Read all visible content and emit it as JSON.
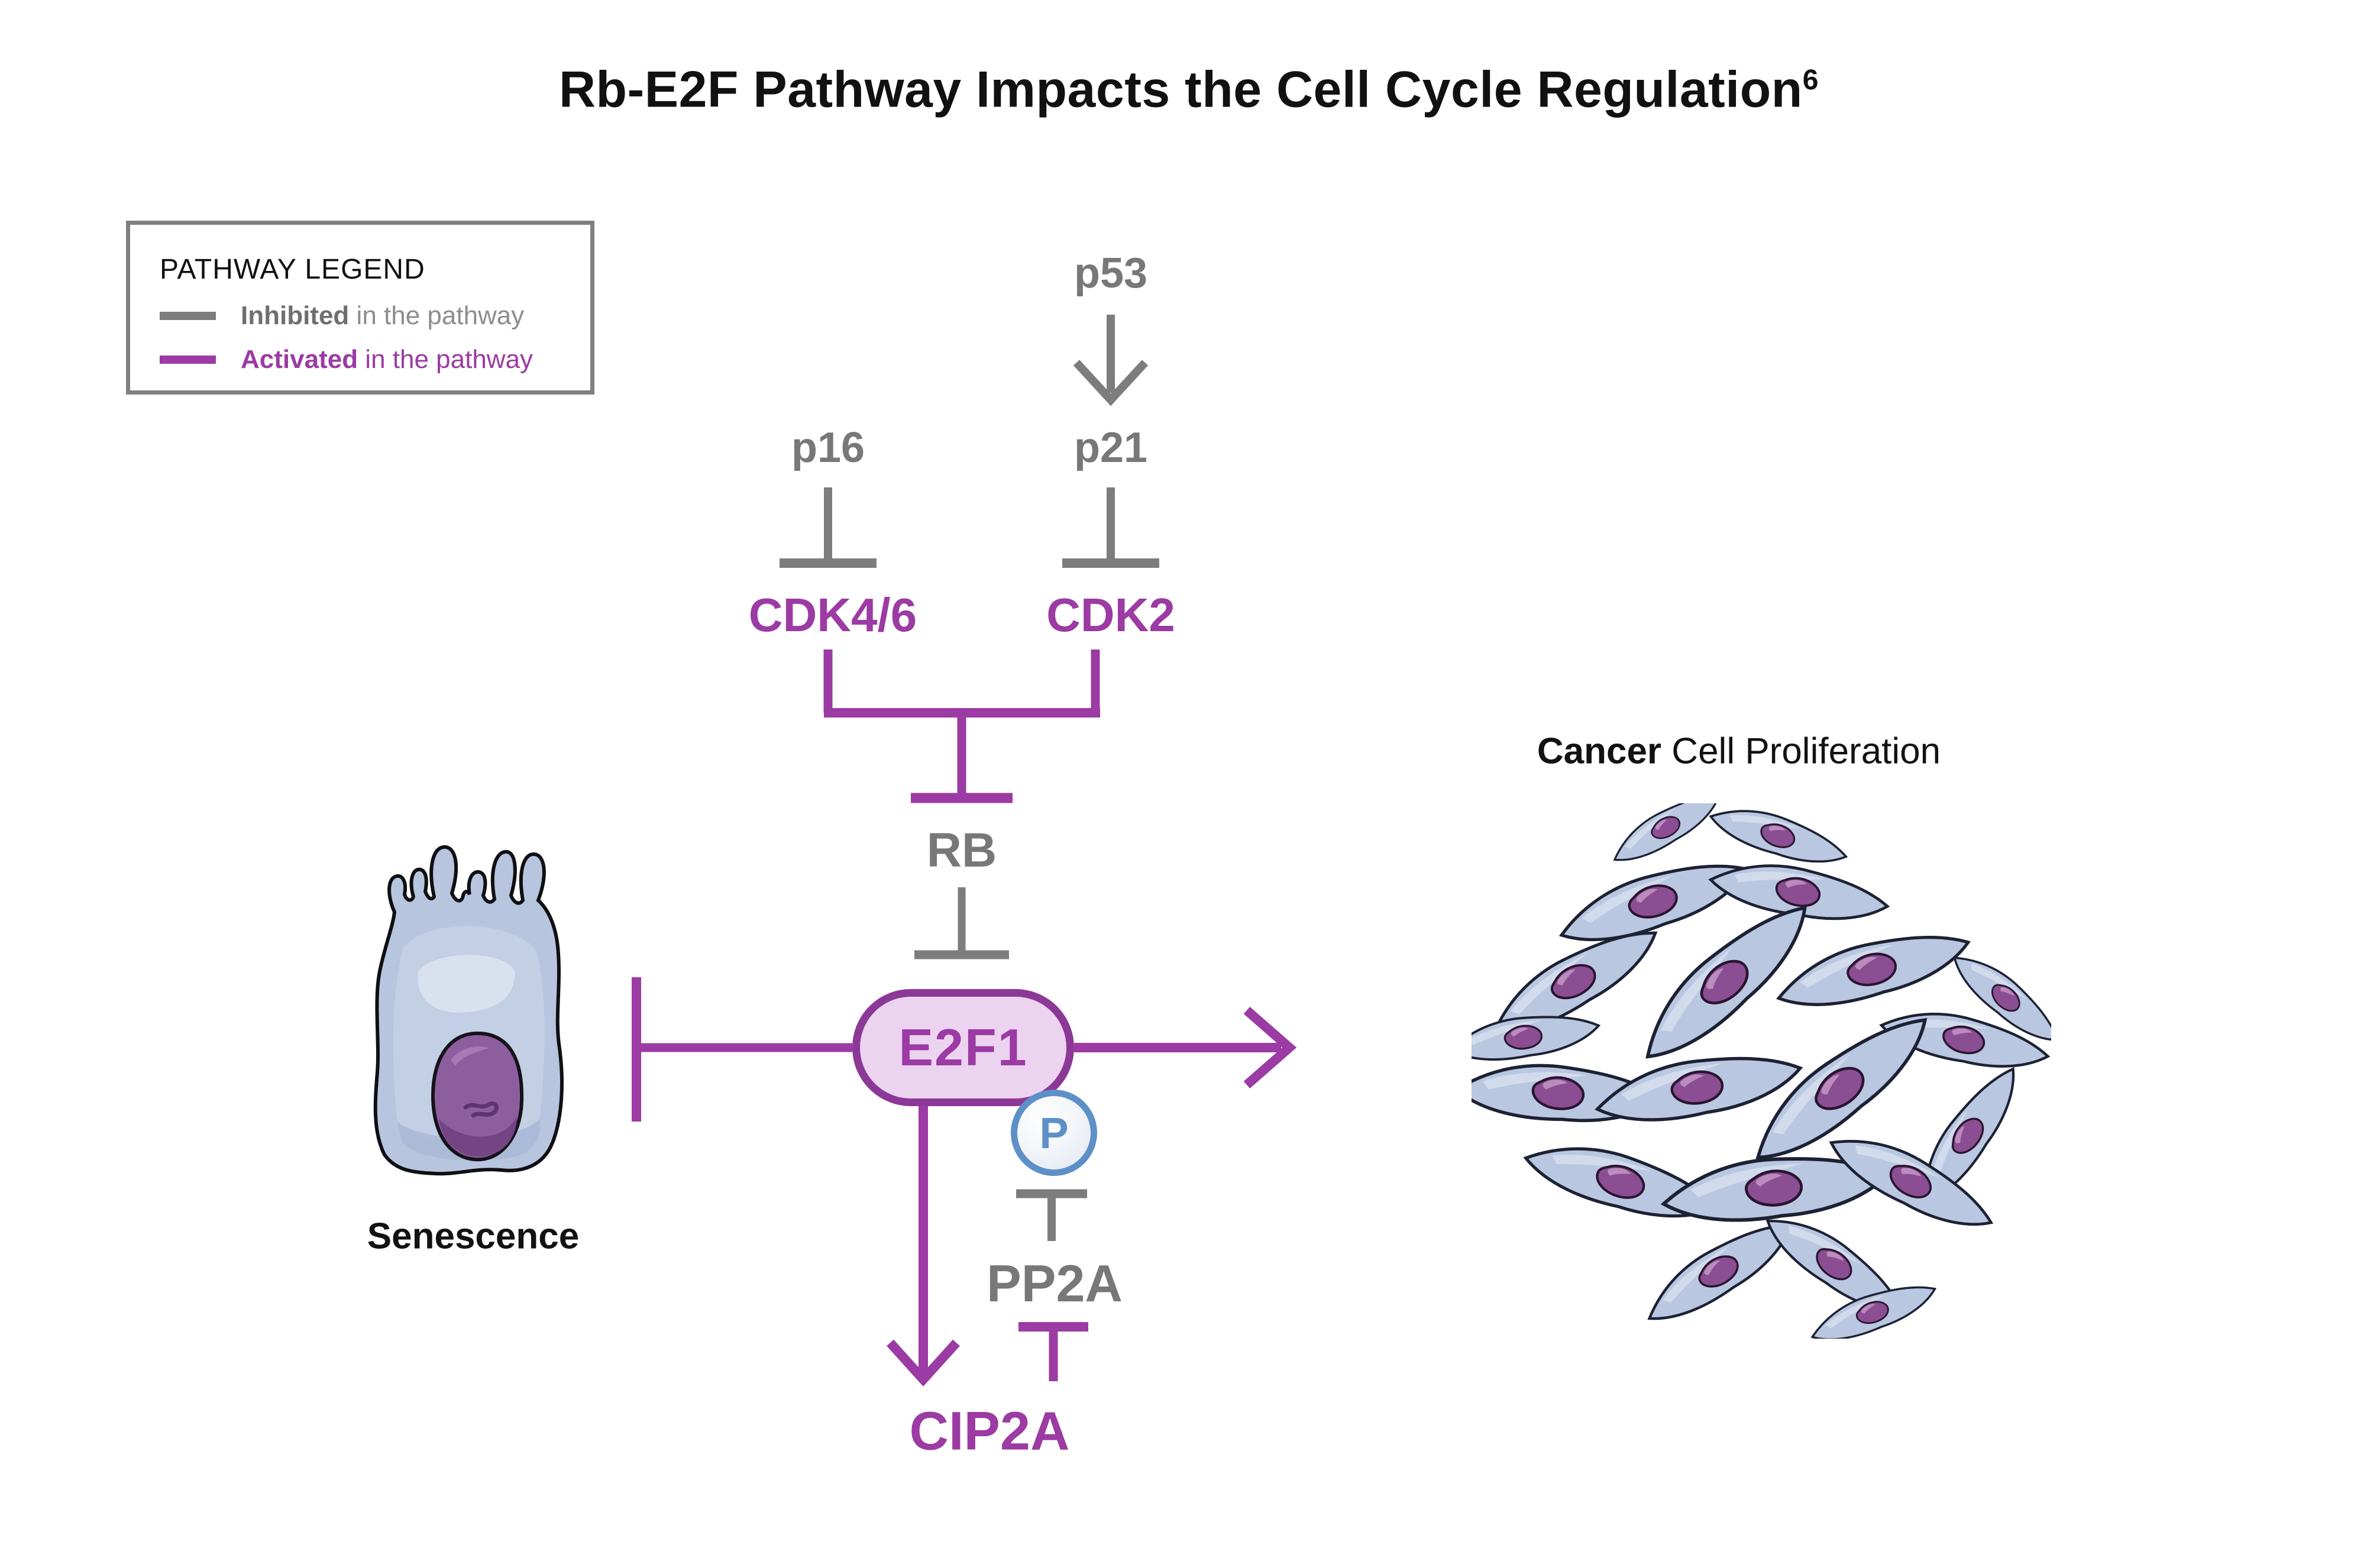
{
  "title": {
    "text": "Rb-E2F Pathway Impacts the Cell Cycle Regulation",
    "superscript": "6"
  },
  "legend": {
    "title": "PATHWAY LEGEND",
    "inhibited": {
      "term": "Inhibited",
      "rest": " in the pathway"
    },
    "activated": {
      "term": "Activated",
      "rest": " in the pathway"
    }
  },
  "nodes": {
    "p53": "p53",
    "p16": "p16",
    "p21": "p21",
    "cdk46": "CDK4/6",
    "cdk2": "CDK2",
    "rb": "RB",
    "e2f1": "E2F1",
    "phospho": "P",
    "pp2a": "PP2A",
    "cip2a": "CIP2A"
  },
  "outcomes": {
    "senescence": "Senescence",
    "cancer_bold": "Cancer",
    "cancer_rest": " Cell Proliferation"
  },
  "colors": {
    "activated_purple": "#9B3BA3",
    "inhibited_gray": "#7D7D7D",
    "e2f1_fill": "#ECD3F0",
    "e2f1_border": "#8C3897",
    "phospho_blue": "#5E90C8",
    "text_black": "#111111",
    "cell_body_blue": "#B7C5DE",
    "nucleus_purple": "#8C5E9E"
  },
  "edges": [
    {
      "from": "p53",
      "to": "p21",
      "type": "activation",
      "state": "inhibited"
    },
    {
      "from": "p16",
      "to": "CDK4/6",
      "type": "inhibition",
      "state": "inhibited"
    },
    {
      "from": "p21",
      "to": "CDK2",
      "type": "inhibition",
      "state": "inhibited"
    },
    {
      "from": "CDK4/6+CDK2",
      "to": "RB",
      "type": "inhibition",
      "state": "activated"
    },
    {
      "from": "RB",
      "to": "E2F1",
      "type": "inhibition",
      "state": "inhibited"
    },
    {
      "from": "E2F1",
      "to": "Senescence",
      "type": "inhibition",
      "state": "activated"
    },
    {
      "from": "E2F1",
      "to": "Cancer Cell Proliferation",
      "type": "activation",
      "state": "activated"
    },
    {
      "from": "E2F1",
      "to": "CIP2A",
      "type": "activation",
      "state": "activated"
    },
    {
      "from": "PP2A",
      "to": "P",
      "type": "inhibition",
      "state": "inhibited"
    },
    {
      "from": "CIP2A",
      "to": "PP2A",
      "type": "inhibition",
      "state": "activated"
    }
  ]
}
